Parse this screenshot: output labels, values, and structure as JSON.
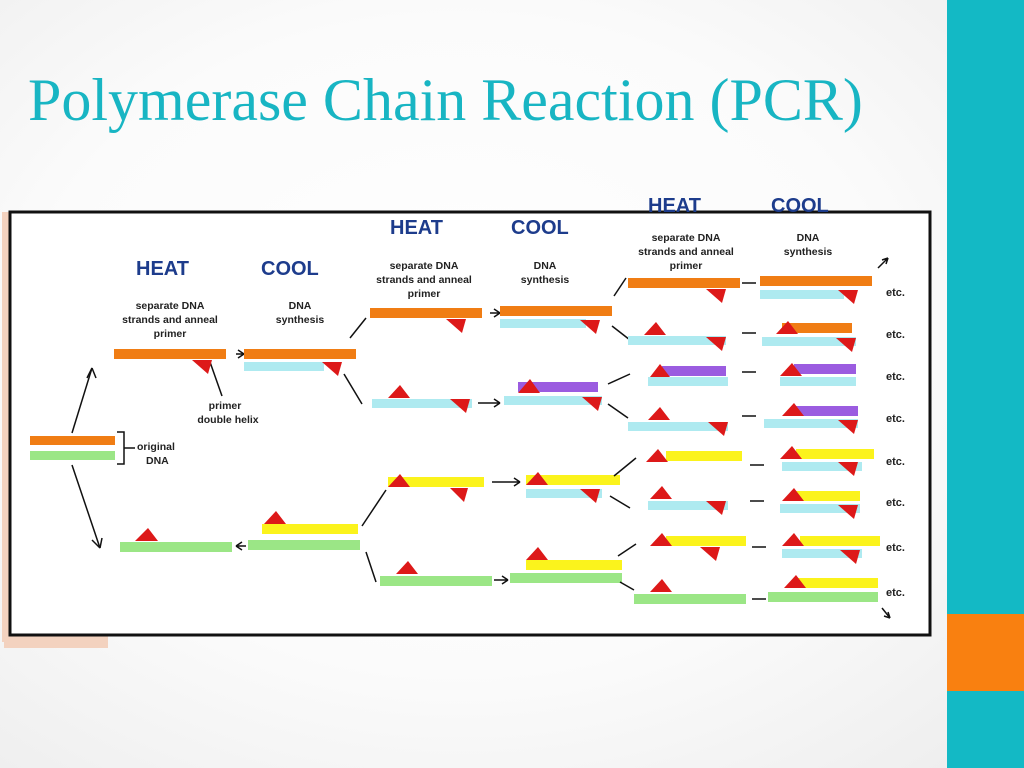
{
  "slide": {
    "title": "Polymerase Chain Reaction (PCR)",
    "colors": {
      "accent_teal": "#13b9c5",
      "accent_orange": "#f98010",
      "title": "#18b5c3"
    }
  },
  "diagram": {
    "stages": {
      "s1": {
        "heat": "HEAT",
        "cool": "COOL",
        "heat_caption": [
          "separate DNA",
          "strands and anneal",
          "primer"
        ],
        "cool_caption": [
          "DNA",
          "synthesis"
        ]
      },
      "s2": {
        "heat": "HEAT",
        "cool": "COOL",
        "heat_caption": [
          "separate DNA",
          "strands and anneal",
          "primer"
        ],
        "cool_caption": [
          "DNA",
          "synthesis"
        ]
      },
      "s3": {
        "heat": "HEAT",
        "cool": "COOL",
        "heat_caption": [
          "separate DNA",
          "strands and anneal",
          "primer"
        ],
        "cool_caption": [
          "DNA",
          "synthesis"
        ]
      }
    },
    "original_label": [
      "original",
      "DNA"
    ],
    "primer_label": [
      "primer",
      "double helix"
    ],
    "etc": "etc.",
    "strand_colors": {
      "orange": "#f07d14",
      "green": "#9be686",
      "cyan": "#aeeaf0",
      "yellow": "#fbf31c",
      "purple": "#9b5ce0",
      "primer": "#dd1919"
    }
  }
}
